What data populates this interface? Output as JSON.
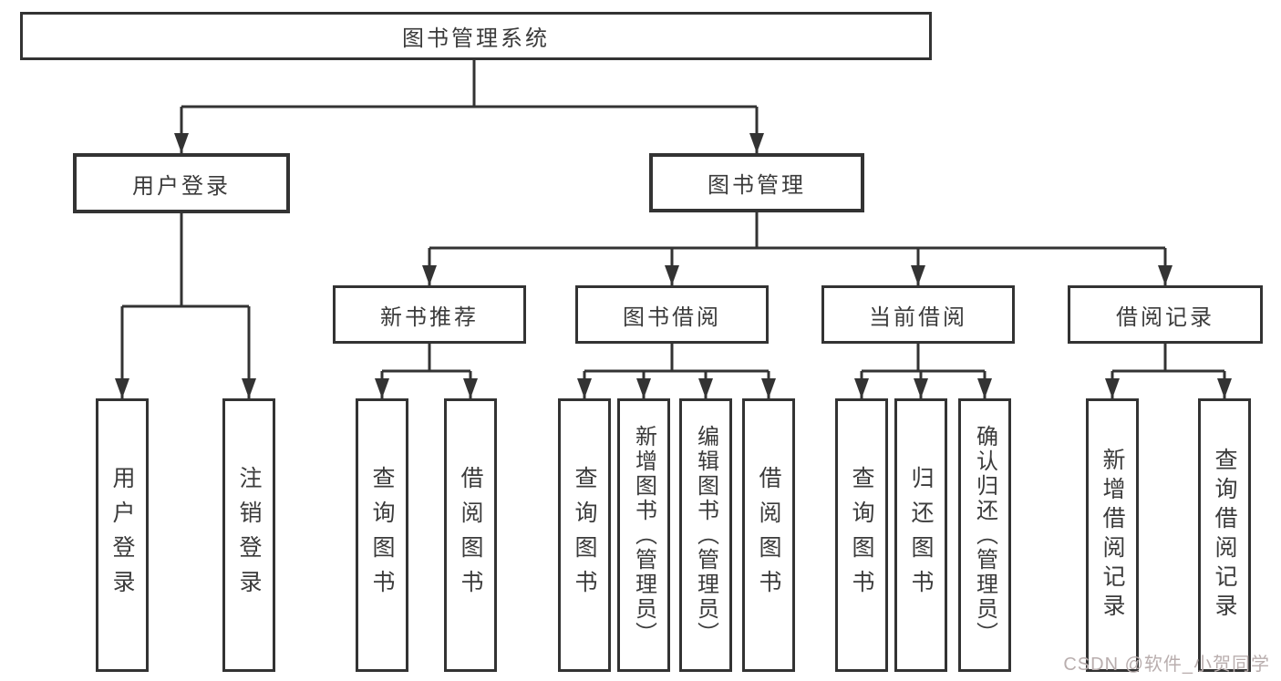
{
  "diagram": {
    "title": "图书管理系统",
    "nodes": {
      "root": {
        "label": "图书管理系统"
      },
      "user_login": {
        "label": "用户登录"
      },
      "book_mgmt": {
        "label": "图书管理"
      },
      "new_book_rec": {
        "label": "新书推荐"
      },
      "book_borrow": {
        "label": "图书借阅"
      },
      "current_borrow": {
        "label": "当前借阅"
      },
      "borrow_records": {
        "label": "借阅记录"
      },
      "leaf_user_login": {
        "label": "用户登录"
      },
      "leaf_logout": {
        "label": "注销登录"
      },
      "leaf_query_book_rec": {
        "label": "查询图书"
      },
      "leaf_borrow_book_rec": {
        "label": "借阅图书"
      },
      "leaf_query_book_borrow": {
        "label": "查询图书"
      },
      "leaf_add_book_admin": {
        "label": "新增图书（管理员）"
      },
      "leaf_edit_book_admin": {
        "label": "编辑图书（管理员）"
      },
      "leaf_borrow_book_borrow": {
        "label": "借阅图书"
      },
      "leaf_query_book_current": {
        "label": "查询图书"
      },
      "leaf_return_book": {
        "label": "归还图书"
      },
      "leaf_confirm_return_admin": {
        "label": "确认归还（管理员）"
      },
      "leaf_add_borrow_record": {
        "label": "新增借阅记录"
      },
      "leaf_query_borrow_record": {
        "label": "查询借阅记录"
      }
    }
  },
  "watermark": "CSDN @软件_小贺同学",
  "colors": {
    "line": "#333333",
    "text": "#3b3b3b",
    "watermark": "#b9aeae",
    "background": "#ffffff"
  }
}
